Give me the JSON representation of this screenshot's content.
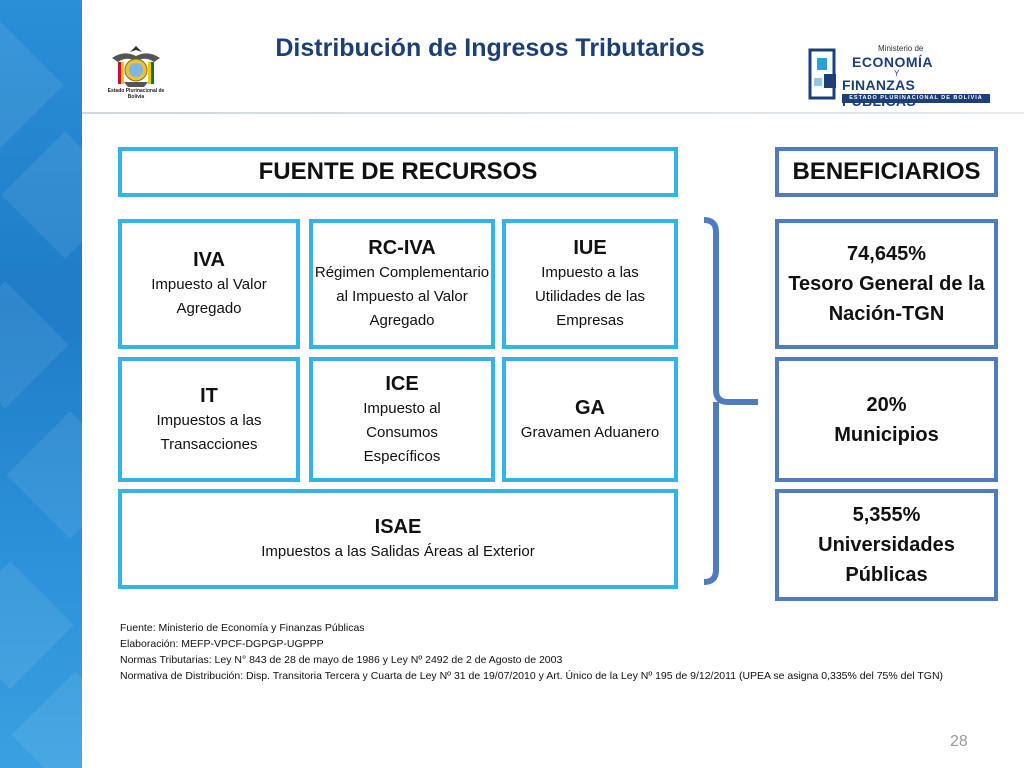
{
  "title": "Distribución de Ingresos Tributarios",
  "coat_of_arms_caption": "Estado Plurinacional de Bolivia",
  "ministry_logo": {
    "line1": "Ministerio de",
    "line2": "ECONOMÍA",
    "line3": "Y",
    "line4": "FINANZAS PÚBLICAS",
    "line5": "ESTADO PLURINACIONAL DE BOLIVIA"
  },
  "sources_header": "FUENTE DE RECURSOS",
  "beneficiaries_header": "BENEFICIARIOS",
  "sources": [
    {
      "code": "IVA",
      "desc": "Impuesto al Valor Agregado"
    },
    {
      "code": "RC-IVA",
      "desc": "Régimen Complementario al Impuesto al Valor Agregado"
    },
    {
      "code": "IUE",
      "desc": "Impuesto a las Utilidades de las Empresas"
    },
    {
      "code": "IT",
      "desc": "Impuestos a las Transacciones"
    },
    {
      "code": "ICE",
      "desc": "Impuesto al Consumos Específicos"
    },
    {
      "code": "GA",
      "desc": "Gravamen Aduanero"
    },
    {
      "code": "ISAE",
      "desc": "Impuestos a las Salidas Áreas al Exterior"
    }
  ],
  "beneficiaries": [
    {
      "share": "74,645%",
      "name": "Tesoro General de la Nación-TGN"
    },
    {
      "share": "20%",
      "name": "Municipios"
    },
    {
      "share": "5,355%",
      "name": "Universidades Públicas"
    }
  ],
  "footnotes": [
    "Fuente: Ministerio de Economía y Finanzas Públicas",
    "Elaboración: MEFP-VPCF-DGPGP-UGPPP",
    "Normas Tributarias: Ley N° 843 de 28 de mayo de 1986 y Ley Nº 2492 de 2 de Agosto de 2003",
    "Normativa de Distribución: Disp. Transitoria Tercera y Cuarta de Ley Nº 31 de 19/07/2010 y Art. Único de la Ley Nº 195 de 9/12/2011 (UPEA se asigna 0,335% del 75% del TGN)"
  ],
  "page_number": "28",
  "colors": {
    "source_border": "#33b3e8",
    "beneficiary_border": "#4f7bbf",
    "title": "#1d3f78",
    "bracket": "#4f7bbf"
  }
}
